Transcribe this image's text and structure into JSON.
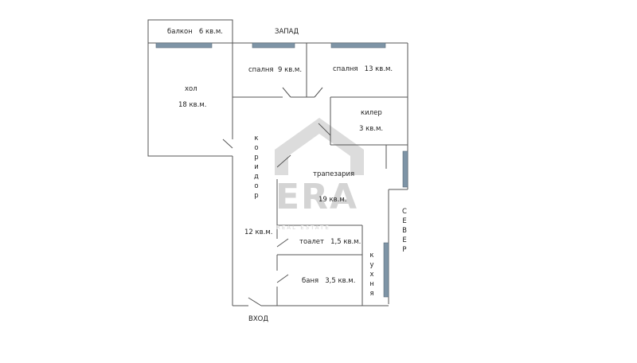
{
  "rooms": {
    "balcony": {
      "name": "балкон",
      "area": "6 кв.м."
    },
    "hall": {
      "name": "хол",
      "area": "18 кв.м."
    },
    "bedroom_small": {
      "name": "спалня",
      "area": "9 кв.м."
    },
    "bedroom_large": {
      "name": "спалня",
      "area": "13 кв.м."
    },
    "storage": {
      "name": "килер",
      "area": "3 кв.м."
    },
    "corridor": {
      "name": "коридор",
      "area": "12 кв.м."
    },
    "dining": {
      "name": "трапезария",
      "area": "19 кв.м."
    },
    "toilet": {
      "name": "тоалет",
      "area": "1,5 кв.м."
    },
    "bathroom": {
      "name": "баня",
      "area": "3,5 кв.м."
    },
    "kitchen": {
      "name": "кухня"
    }
  },
  "compass": {
    "west": "ЗАПАД",
    "north": "СЕВЕР"
  },
  "entrance": "ВХОД",
  "watermark": {
    "logo": "ERA",
    "tagline": "REAL ESTATE"
  },
  "colors": {
    "wall": "#555555",
    "window": "#7e94a6",
    "watermark": "#c9c9c9"
  }
}
